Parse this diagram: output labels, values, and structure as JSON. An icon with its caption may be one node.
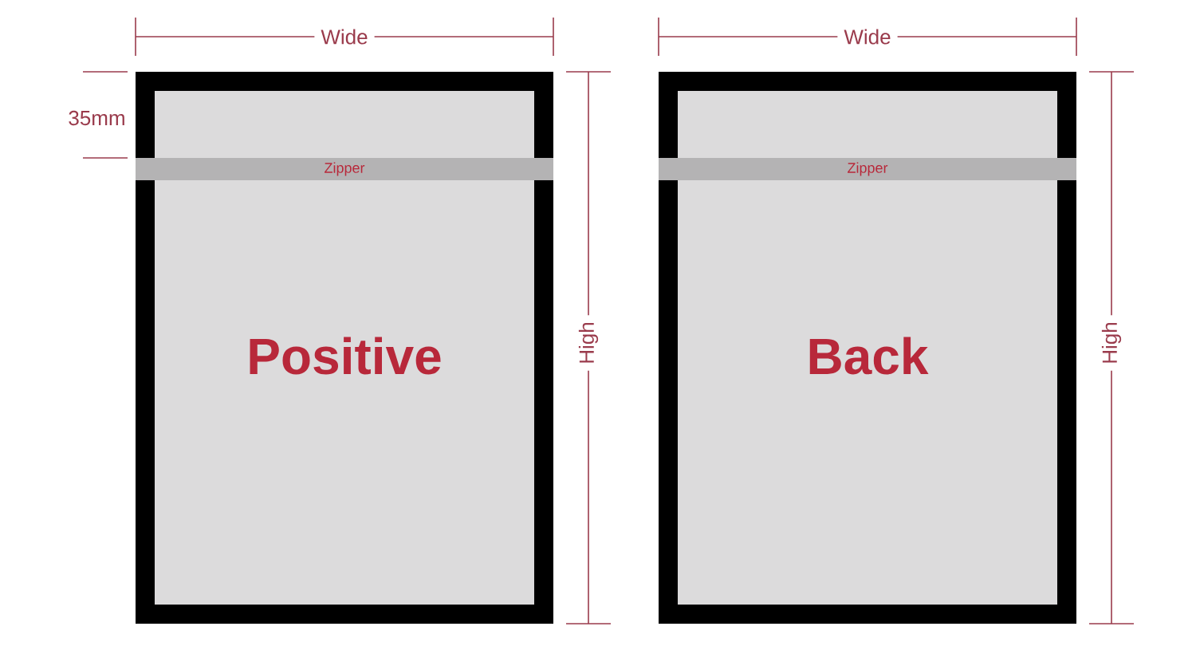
{
  "diagram": {
    "nodes": [
      {
        "text": [
          "Positive"
        ]
      },
      {
        "text": [
          "Zipper"
        ],
        "in": 0
      },
      {
        "text": [
          "Back"
        ]
      },
      {
        "text": [
          "Zipper"
        ],
        "in": 2
      }
    ],
    "labels": [
      "Wide",
      "Wide",
      "35mm",
      "High",
      "High"
    ]
  }
}
